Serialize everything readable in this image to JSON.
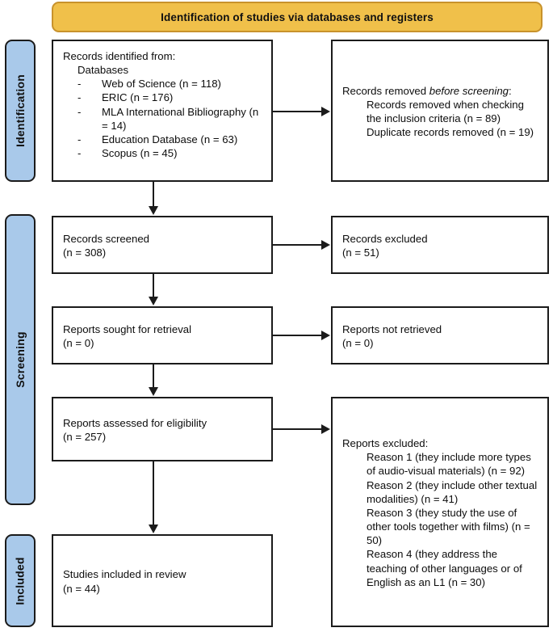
{
  "banner": {
    "title": "Identification of studies via databases and registers",
    "fill_color": "#f0c04a",
    "border_color": "#c8922c"
  },
  "stages": {
    "fill_color": "#a9c9ea",
    "border_color": "#1b1b1b",
    "identification": "Identification",
    "screening": "Screening",
    "included": "Included"
  },
  "boxes": {
    "records_identified": {
      "heading": "Records identified from:",
      "subheading": "Databases",
      "sources": [
        {
          "dash": "-",
          "label": "Web of Science (n = 118)"
        },
        {
          "dash": "-",
          "label": "ERIC (n = 176)"
        },
        {
          "dash": "-",
          "label": "MLA International Bibliography (n = 14)"
        },
        {
          "dash": "-",
          "label": "Education Database (n = 63)"
        },
        {
          "dash": "-",
          "label": "Scopus (n = 45)"
        }
      ]
    },
    "records_removed": {
      "heading_plain": "Records removed ",
      "heading_italic": "before screening",
      "heading_tail": ":",
      "items": [
        "Records removed when checking the inclusion criteria (n = 89)",
        "Duplicate records removed (n = 19)"
      ]
    },
    "records_screened": {
      "label": "Records screened",
      "count": "(n = 308)"
    },
    "records_excluded": {
      "label": "Records excluded",
      "count": "(n = 51)"
    },
    "reports_sought": {
      "label": "Reports sought for retrieval",
      "count": "(n = 0)"
    },
    "reports_not_retrieved": {
      "label": "Reports not retrieved",
      "count": "(n = 0)"
    },
    "reports_assessed": {
      "label": "Reports assessed for eligibility",
      "count": "(n = 257)"
    },
    "reports_excluded": {
      "heading": "Reports excluded:",
      "reasons": [
        "Reason 1 (they include more types of audio-visual materials) (n = 92)",
        "Reason 2 (they include other textual modalities) (n = 41)",
        "Reason 3 (they study the use of other tools together with films) (n = 50)",
        "Reason 4 (they address the teaching of other languages or of English as an L1 (n = 30)"
      ]
    },
    "studies_included": {
      "label": "Studies included in review",
      "count": "(n = 44)"
    }
  }
}
